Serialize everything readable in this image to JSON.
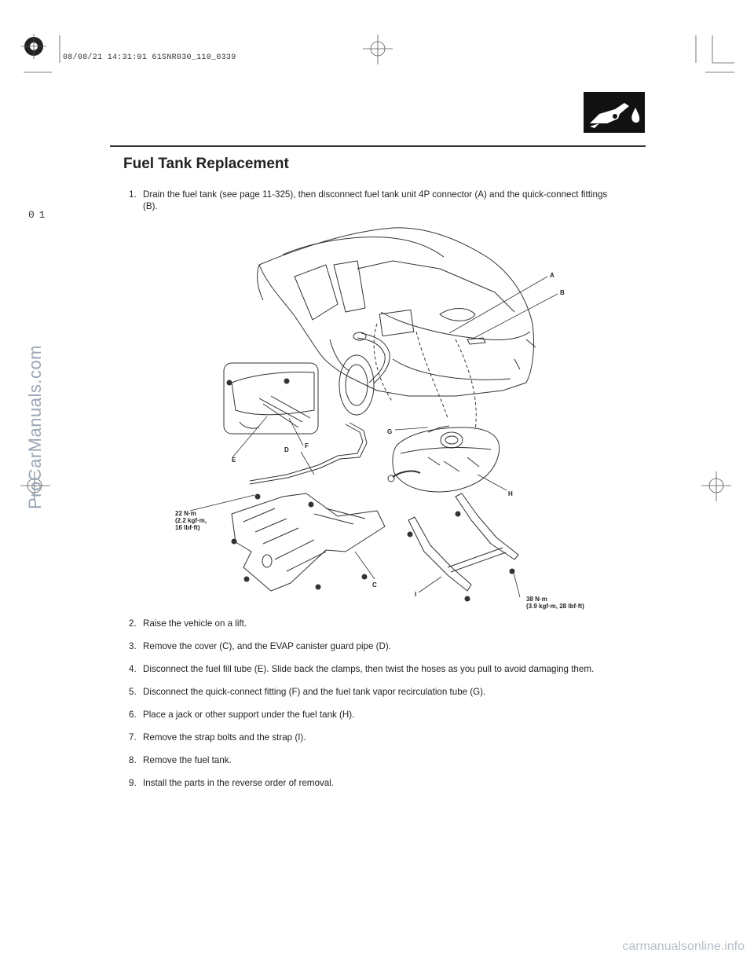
{
  "header": {
    "timestamp": "08/08/21 14:31:01 61SNR030_110_0339",
    "page_code": "01",
    "title": "Fuel Tank Replacement"
  },
  "watermarks": {
    "side": "ProCarManuals.com",
    "bottom": "carmanualsonline.info"
  },
  "badge": {
    "icon": "fuel-nozzle-icon",
    "background": "#111111"
  },
  "steps": [
    {
      "num": "1.",
      "text": "Drain the fuel tank (see page 11-325), then disconnect fuel tank unit 4P connector (A) and the quick-connect fittings",
      "text2": "(B)."
    },
    {
      "num": "2.",
      "text": "Raise the vehicle on a lift."
    },
    {
      "num": "3.",
      "text": "Remove the cover (C), and the EVAP canister guard pipe (D)."
    },
    {
      "num": "4.",
      "text": "Disconnect the fuel fill tube (E). Slide back the clamps, then twist the hoses as you pull to avoid damaging them."
    },
    {
      "num": "5.",
      "text": "Disconnect the quick-connect fitting (F) and the fuel tank vapor recirculation tube (G)."
    },
    {
      "num": "6.",
      "text": "Place a jack or other support under the fuel tank (H)."
    },
    {
      "num": "7.",
      "text": "Remove the strap bolts and the strap (I)."
    },
    {
      "num": "8.",
      "text": "Remove the fuel tank."
    },
    {
      "num": "9.",
      "text": "Install the parts in the reverse order of removal."
    }
  ],
  "figure": {
    "callouts": {
      "a": "A",
      "b": "B",
      "c": "C",
      "d": "D",
      "e": "E",
      "f": "F",
      "g": "G",
      "h": "H",
      "i": "I"
    },
    "torque_cover": [
      "22 N·m",
      "(2.2 kgf·m,",
      "16 lbf·ft)"
    ],
    "torque_strap": [
      "38 N·m",
      "(3.9 kgf·m, 28 lbf·ft)"
    ]
  }
}
